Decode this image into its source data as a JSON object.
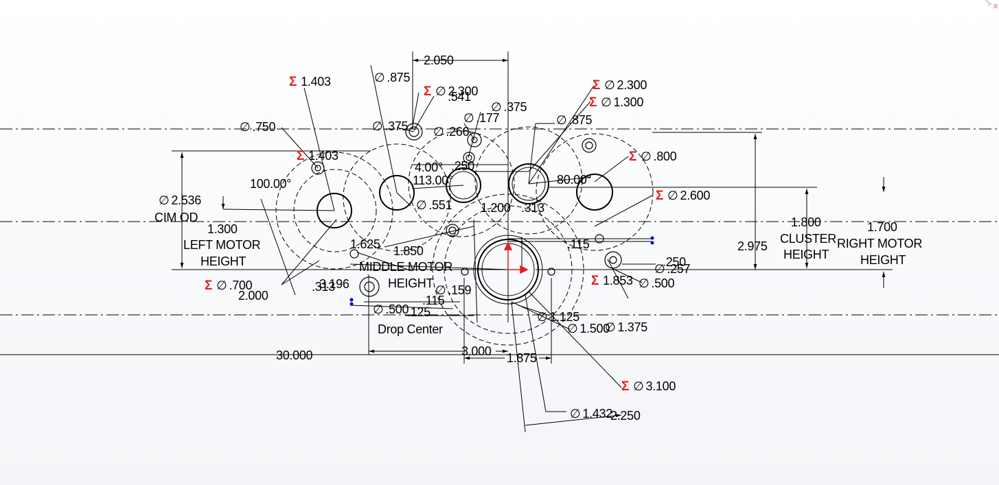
{
  "view": {
    "accent_color": "#e0201b",
    "line_color": "#000000",
    "point_color": "#0000cc"
  },
  "icons": [
    "corner-triad-icon"
  ],
  "dims": {
    "d01": {
      "sigma": false,
      "dia": false,
      "text": "2.050"
    },
    "d02": {
      "sigma": true,
      "dia": false,
      "text": "1.403"
    },
    "d03": {
      "sigma": false,
      "dia": true,
      "text": ".875"
    },
    "d04": {
      "sigma": true,
      "dia": true,
      "text": "2.300"
    },
    "d05": {
      "sigma": false,
      "dia": false,
      "text": ".541"
    },
    "d06": {
      "sigma": false,
      "dia": true,
      "text": ".375"
    },
    "d07": {
      "sigma": false,
      "dia": true,
      "text": ".177"
    },
    "d08": {
      "sigma": false,
      "dia": true,
      "text": ".750"
    },
    "d09": {
      "sigma": false,
      "dia": true,
      "text": ".375"
    },
    "d10": {
      "sigma": false,
      "dia": true,
      "text": ".266"
    },
    "d11": {
      "sigma": true,
      "dia": true,
      "text": "2.300"
    },
    "d12": {
      "sigma": true,
      "dia": true,
      "text": "1.300"
    },
    "d13": {
      "sigma": false,
      "dia": true,
      "text": ".875"
    },
    "d14": {
      "sigma": true,
      "dia": false,
      "text": "1.403"
    },
    "d15": {
      "sigma": true,
      "dia": true,
      "text": ".800"
    },
    "d16": {
      "sigma": false,
      "dia": false,
      "text": "4.00°"
    },
    "d17": {
      "sigma": false,
      "dia": false,
      "text": ".250"
    },
    "d18": {
      "sigma": false,
      "dia": false,
      "text": "113.00°"
    },
    "d19": {
      "sigma": false,
      "dia": false,
      "text": "80.00°"
    },
    "d20": {
      "sigma": false,
      "dia": false,
      "text": "100.00°"
    },
    "d21": {
      "sigma": true,
      "dia": true,
      "text": "2.600"
    },
    "d22": {
      "sigma": false,
      "dia": true,
      "text": "2.536"
    },
    "d23": {
      "sigma": false,
      "dia": false,
      "text": "CIM OD"
    },
    "d24": {
      "sigma": false,
      "dia": true,
      "text": ".551"
    },
    "d25": {
      "sigma": false,
      "dia": false,
      "text": "1.200"
    },
    "d26": {
      "sigma": false,
      "dia": false,
      "text": ".313"
    },
    "d27": {
      "sigma": false,
      "dia": false,
      "text": "1.300"
    },
    "d28": {
      "sigma": false,
      "dia": false,
      "text": "LEFT MOTOR"
    },
    "d29": {
      "sigma": false,
      "dia": false,
      "text": "HEIGHT"
    },
    "d30": {
      "sigma": false,
      "dia": false,
      "text": "1.625"
    },
    "d31": {
      "sigma": false,
      "dia": false,
      "text": "1.850"
    },
    "d32": {
      "sigma": false,
      "dia": false,
      "text": ".115"
    },
    "d33": {
      "sigma": false,
      "dia": false,
      "text": "1.800"
    },
    "d34": {
      "sigma": false,
      "dia": false,
      "text": "CLUSTER"
    },
    "d35": {
      "sigma": false,
      "dia": false,
      "text": "HEIGHT"
    },
    "d36": {
      "sigma": false,
      "dia": false,
      "text": "1.700"
    },
    "d37": {
      "sigma": false,
      "dia": false,
      "text": "RIGHT MOTOR"
    },
    "d38": {
      "sigma": false,
      "dia": false,
      "text": "HEIGHT"
    },
    "d39": {
      "sigma": false,
      "dia": false,
      "text": "2.975"
    },
    "d40": {
      "sigma": false,
      "dia": false,
      "text": "MIDDLE MOTOR"
    },
    "d41": {
      "sigma": false,
      "dia": false,
      "text": "HEIGHT"
    },
    "d42": {
      "sigma": false,
      "dia": false,
      "text": ".250"
    },
    "d43": {
      "sigma": false,
      "dia": true,
      "text": ".257"
    },
    "d44": {
      "sigma": true,
      "dia": false,
      "text": "1.853"
    },
    "d45": {
      "sigma": false,
      "dia": true,
      "text": ".500"
    },
    "d46": {
      "sigma": true,
      "dia": true,
      "text": ".700"
    },
    "d47": {
      "sigma": false,
      "dia": false,
      "text": "2.000"
    },
    "d48": {
      "sigma": false,
      "dia": false,
      "text": ".313"
    },
    "d49": {
      "sigma": false,
      "dia": false,
      "text": "3.196"
    },
    "d50": {
      "sigma": false,
      "dia": true,
      "text": ".159"
    },
    "d51": {
      "sigma": false,
      "dia": false,
      "text": ".115"
    },
    "d52": {
      "sigma": false,
      "dia": true,
      "text": ".500"
    },
    "d53": {
      "sigma": false,
      "dia": false,
      "text": ".125"
    },
    "d54": {
      "sigma": false,
      "dia": false,
      "text": "Drop Center"
    },
    "d55": {
      "sigma": false,
      "dia": true,
      "text": "1.125"
    },
    "d56": {
      "sigma": false,
      "dia": true,
      "text": "1.500"
    },
    "d57": {
      "sigma": false,
      "dia": true,
      "text": "1.375"
    },
    "d58": {
      "sigma": false,
      "dia": false,
      "text": "30.000"
    },
    "d59": {
      "sigma": false,
      "dia": false,
      "text": "3.000"
    },
    "d60": {
      "sigma": false,
      "dia": false,
      "text": "1.875"
    },
    "d61": {
      "sigma": true,
      "dia": true,
      "text": "3.100"
    },
    "d62": {
      "sigma": false,
      "dia": true,
      "text": "1.432"
    },
    "d63": {
      "sigma": false,
      "dia": false,
      "text": "2.250"
    }
  }
}
